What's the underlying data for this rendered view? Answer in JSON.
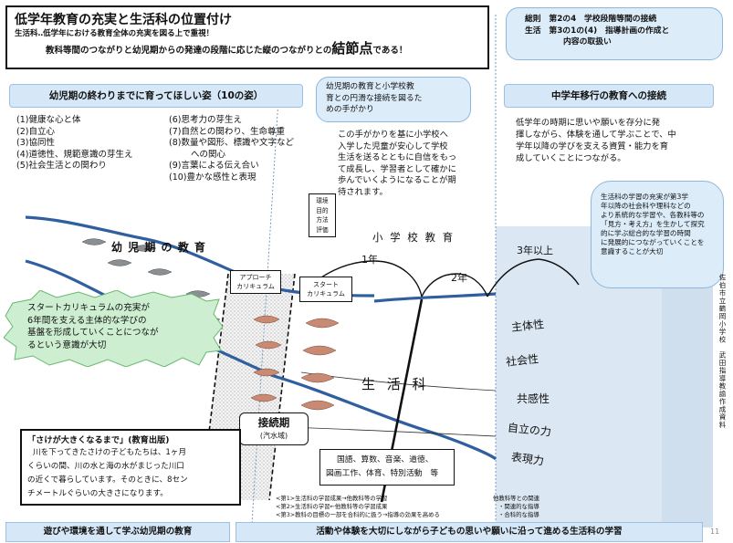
{
  "header": {
    "title": "低学年教育の充実と生活科の位置付け",
    "subtitle": "生活科‥低学年における教育全体の充実を図る上で重視！",
    "line3_pre": "教科等間のつながりと幼児期からの発達の段階に応じた縦のつながりとの",
    "line3_key": "結節点",
    "line3_post": "である！"
  },
  "top_right_note": {
    "line1": "総則　第2の4　学校段階等間の接続",
    "line2": "生活　第3の1の(4)　指導計画の作成と",
    "line3": "内容の取扱い"
  },
  "early_childhood": {
    "banner": "幼児期の終わりまでに育ってほしい姿（10の姿）",
    "items_left": [
      "(1)健康な心と体",
      "(2)自立心",
      "(3)協同性",
      "(4)道徳性、規範意識の芽生え",
      "(5)社会生活との関わり"
    ],
    "items_right": [
      "(6)思考力の芽生え",
      "(7)自然との関わり、生命尊重",
      "(8)数量や図形、標識や文字など",
      "への関心",
      "(9)言葉による伝え合い",
      "(10)豊かな感性と表現"
    ]
  },
  "bubble_center": {
    "lines": [
      "幼児期の教育と小学校教",
      "育との円滑な接続を図るた",
      "めの手がかり"
    ]
  },
  "center_text": {
    "lines": [
      "この手がかりを基に小学校へ",
      "入学した児童が安心して学校",
      "生活を送るとともに自信をもっ",
      "て成長し、学習者として確かに",
      "歩んでいくようになることが期",
      "待されます。"
    ]
  },
  "middle_school": {
    "banner": "中学年移行の教育への接続",
    "lines": [
      "低学年の時期に思いや願いを存分に発",
      "揮しながら、体験を通して学ぶことで、中",
      "学年以降の学びを支える資質・能力を育",
      "成していくことにつながる。"
    ]
  },
  "bubble_right": {
    "lines": [
      "生活科の学習の充実が第3学",
      "年以降の社会科や理科などの",
      "より系統的な学習や、各教科等の",
      "「見方・考え方」を生かして探究",
      "的に学ぶ総合的な学習の時間",
      "に発展的につながっていくことを",
      "意識することが大切"
    ]
  },
  "small_box": {
    "lines": [
      "環境",
      "目的",
      "方法",
      "評価"
    ]
  },
  "river_labels": {
    "yoji": "幼 児 期 の 教 育",
    "shogakko": "小 学 校 教 育",
    "year1": "1年",
    "year2": "2年",
    "year3": "3年以上",
    "seikatsu": "生 活 科",
    "approach1": "アプローチ",
    "approach2": "カリキュラム",
    "start1": "スタート",
    "start2": "カリキュラム"
  },
  "competencies": [
    "主体性",
    "社会性",
    "共感性",
    "自立の力",
    "表現力"
  ],
  "left_bubble": {
    "lines": [
      "スタートカリキュラムの充実が",
      "6年間を支える主体的な学びの",
      "基盤を形成していくことにつなが",
      "るという意識が大切"
    ]
  },
  "transition": {
    "label": "接続期",
    "sub": "(汽水域)"
  },
  "book_box": {
    "title": "「さけが大きくなるまで」(教育出版)",
    "lines": [
      "川を下ってきたさけの子どもたちは、1ヶ月",
      "くらいの間、川の水と海の水がまじった川口",
      "の近くで暮らしています。そのときに、8セン",
      "チメートルぐらいの大きさになります。"
    ]
  },
  "subjects_box": {
    "lines": [
      "国語、算数、音楽、道徳、",
      "図画工作、体育、特別活動　等"
    ]
  },
  "footnotes": {
    "left": [
      "<第1>生活科の学習成果→他教科等の学習",
      "<第2>生活科の学習←他教科等の学習成果",
      "<第3>教科の目標の一部を合科的に扱う→指導の効果を高める"
    ],
    "right": [
      "他教科等との関連",
      "・関連的な指導",
      "・合科的な指導"
    ]
  },
  "bottom": {
    "left": "遊びや環境を通して学ぶ幼児期の教育",
    "right": "活動や体験を大切にしながら子どもの思いや願いに沿って進める生活科の学習",
    "page": "11"
  },
  "vertical_credit": "佐伯市立鶴岡小学校　武田指導教諭作成資料"
}
